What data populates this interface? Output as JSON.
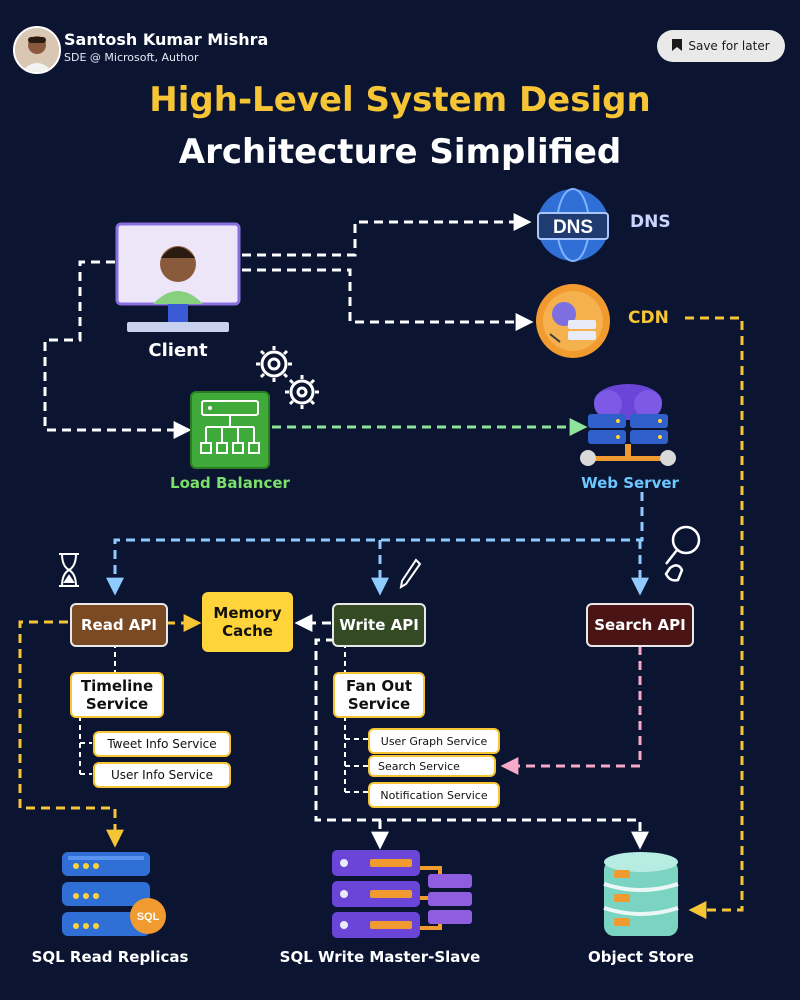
{
  "author": {
    "name": "Santosh Kumar Mishra",
    "role": "SDE @ Microsoft, Author"
  },
  "save_button": {
    "label": "Save for later"
  },
  "title": {
    "line1": "High-Level System Design",
    "line2": "Architecture Simplified"
  },
  "nodes": {
    "client": "Client",
    "dns": "DNS",
    "dns_icon_text": "DNS",
    "cdn": "CDN",
    "load_balancer": "Load Balancer",
    "web_server": "Web Server",
    "read_api": "Read API",
    "memory_cache": "Memory Cache",
    "write_api": "Write API",
    "search_api": "Search API",
    "timeline_service": "Timeline Service",
    "fan_out_service": "Fan Out Service",
    "tweet_info_service": "Tweet Info Service",
    "user_info_service": "User Info Service",
    "user_graph_service": "User Graph Service",
    "search_service": "Search Service",
    "notification_service": "Notification Service",
    "sql_read_replicas": "SQL Read Replicas",
    "sql_icon_text": "SQL",
    "sql_write": "SQL Write Master-Slave",
    "object_store": "Object Store"
  },
  "colors": {
    "background": "#0b1431",
    "title_accent": "#f6c536",
    "read_api": "#7a4a24",
    "write_api": "#334a25",
    "search_api": "#4a1414",
    "memory_cache": "#ffd43b",
    "arrow_white": "#ffffff",
    "arrow_green": "#8fe39a",
    "arrow_blue": "#8fcbff",
    "arrow_yellow": "#f6c536",
    "arrow_pink": "#f7a9c8"
  }
}
